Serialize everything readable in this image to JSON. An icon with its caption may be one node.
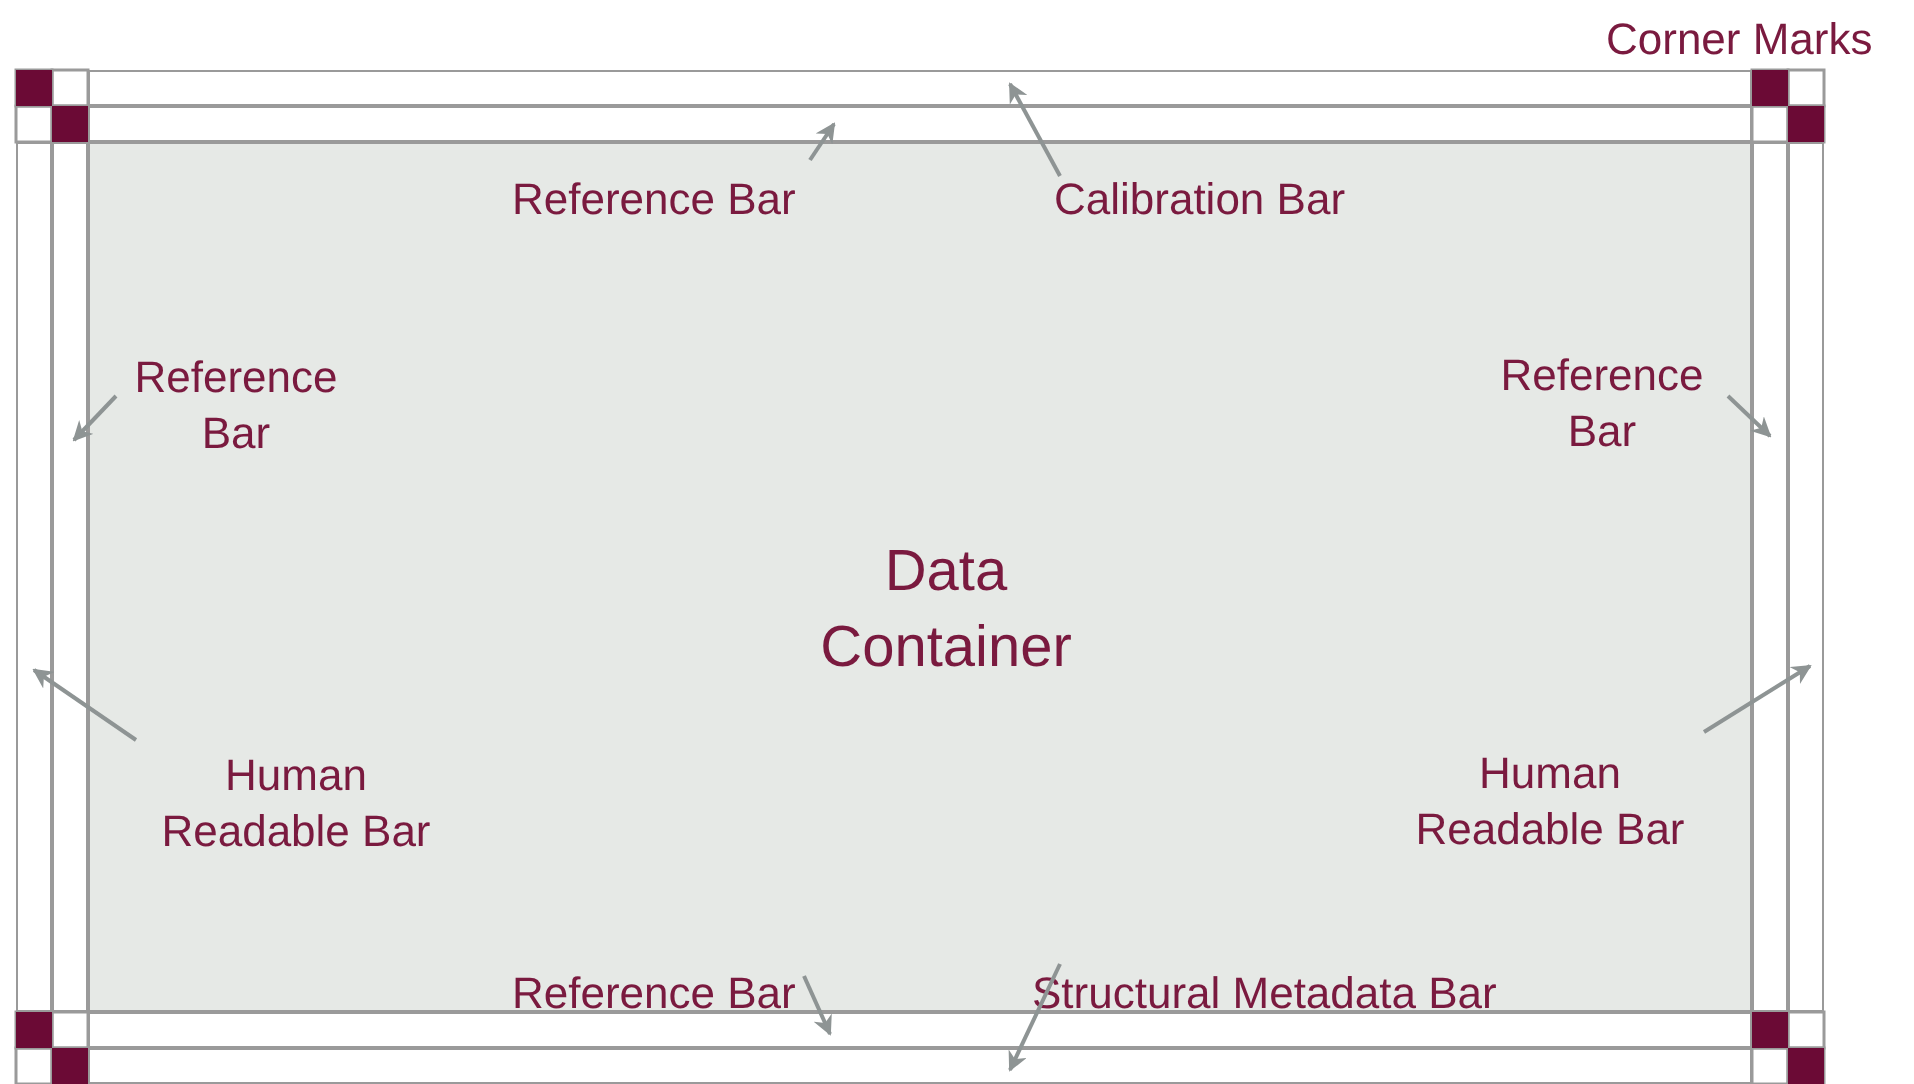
{
  "diagram": {
    "nodes": [
      {
        "text": [],
        "shape": "bar"
      },
      {
        "text": [],
        "shape": "bar"
      },
      {
        "text": [],
        "shape": "bar"
      },
      {
        "text": [],
        "shape": "bar"
      },
      {
        "text": [
          "Data Container"
        ]
      },
      {
        "text": [
          "Reference Bar"
        ],
        "in": 4
      },
      {
        "text": [
          "Calibration Bar"
        ],
        "in": 4
      },
      {
        "text": [
          "Reference Bar"
        ],
        "in": 4
      },
      {
        "text": [
          "Reference Bar"
        ],
        "in": 4
      },
      {
        "text": [
          "Human Readable Bar"
        ],
        "in": 4
      },
      {
        "text": [
          "Human Readable Bar"
        ],
        "in": 4
      },
      {
        "text": [
          "Reference Bar"
        ],
        "in": 4
      },
      {
        "text": [
          "Structural Metadata Bar"
        ],
        "in": 4
      },
      {
        "text": [],
        "shape": "bar"
      },
      {
        "text": [],
        "shape": "bar"
      },
      {
        "text": [],
        "shape": "bar"
      },
      {
        "text": [],
        "shape": "bar"
      }
    ],
    "edges": [
      {
        "from": 5,
        "to": 1,
        "arrow": "to"
      },
      {
        "from": 6,
        "to": 0,
        "arrow": "to"
      },
      {
        "from": 7,
        "to": 3,
        "arrow": "to"
      },
      {
        "from": 8,
        "to": 13,
        "arrow": "to"
      },
      {
        "from": 9,
        "to": 2,
        "arrow": "to"
      },
      {
        "from": 10,
        "to": 14,
        "arrow": "to"
      },
      {
        "from": 11,
        "to": 15,
        "arrow": "to"
      },
      {
        "from": 12,
        "to": 16,
        "arrow": "to"
      }
    ],
    "labels": [
      "Corner Marks"
    ]
  }
}
